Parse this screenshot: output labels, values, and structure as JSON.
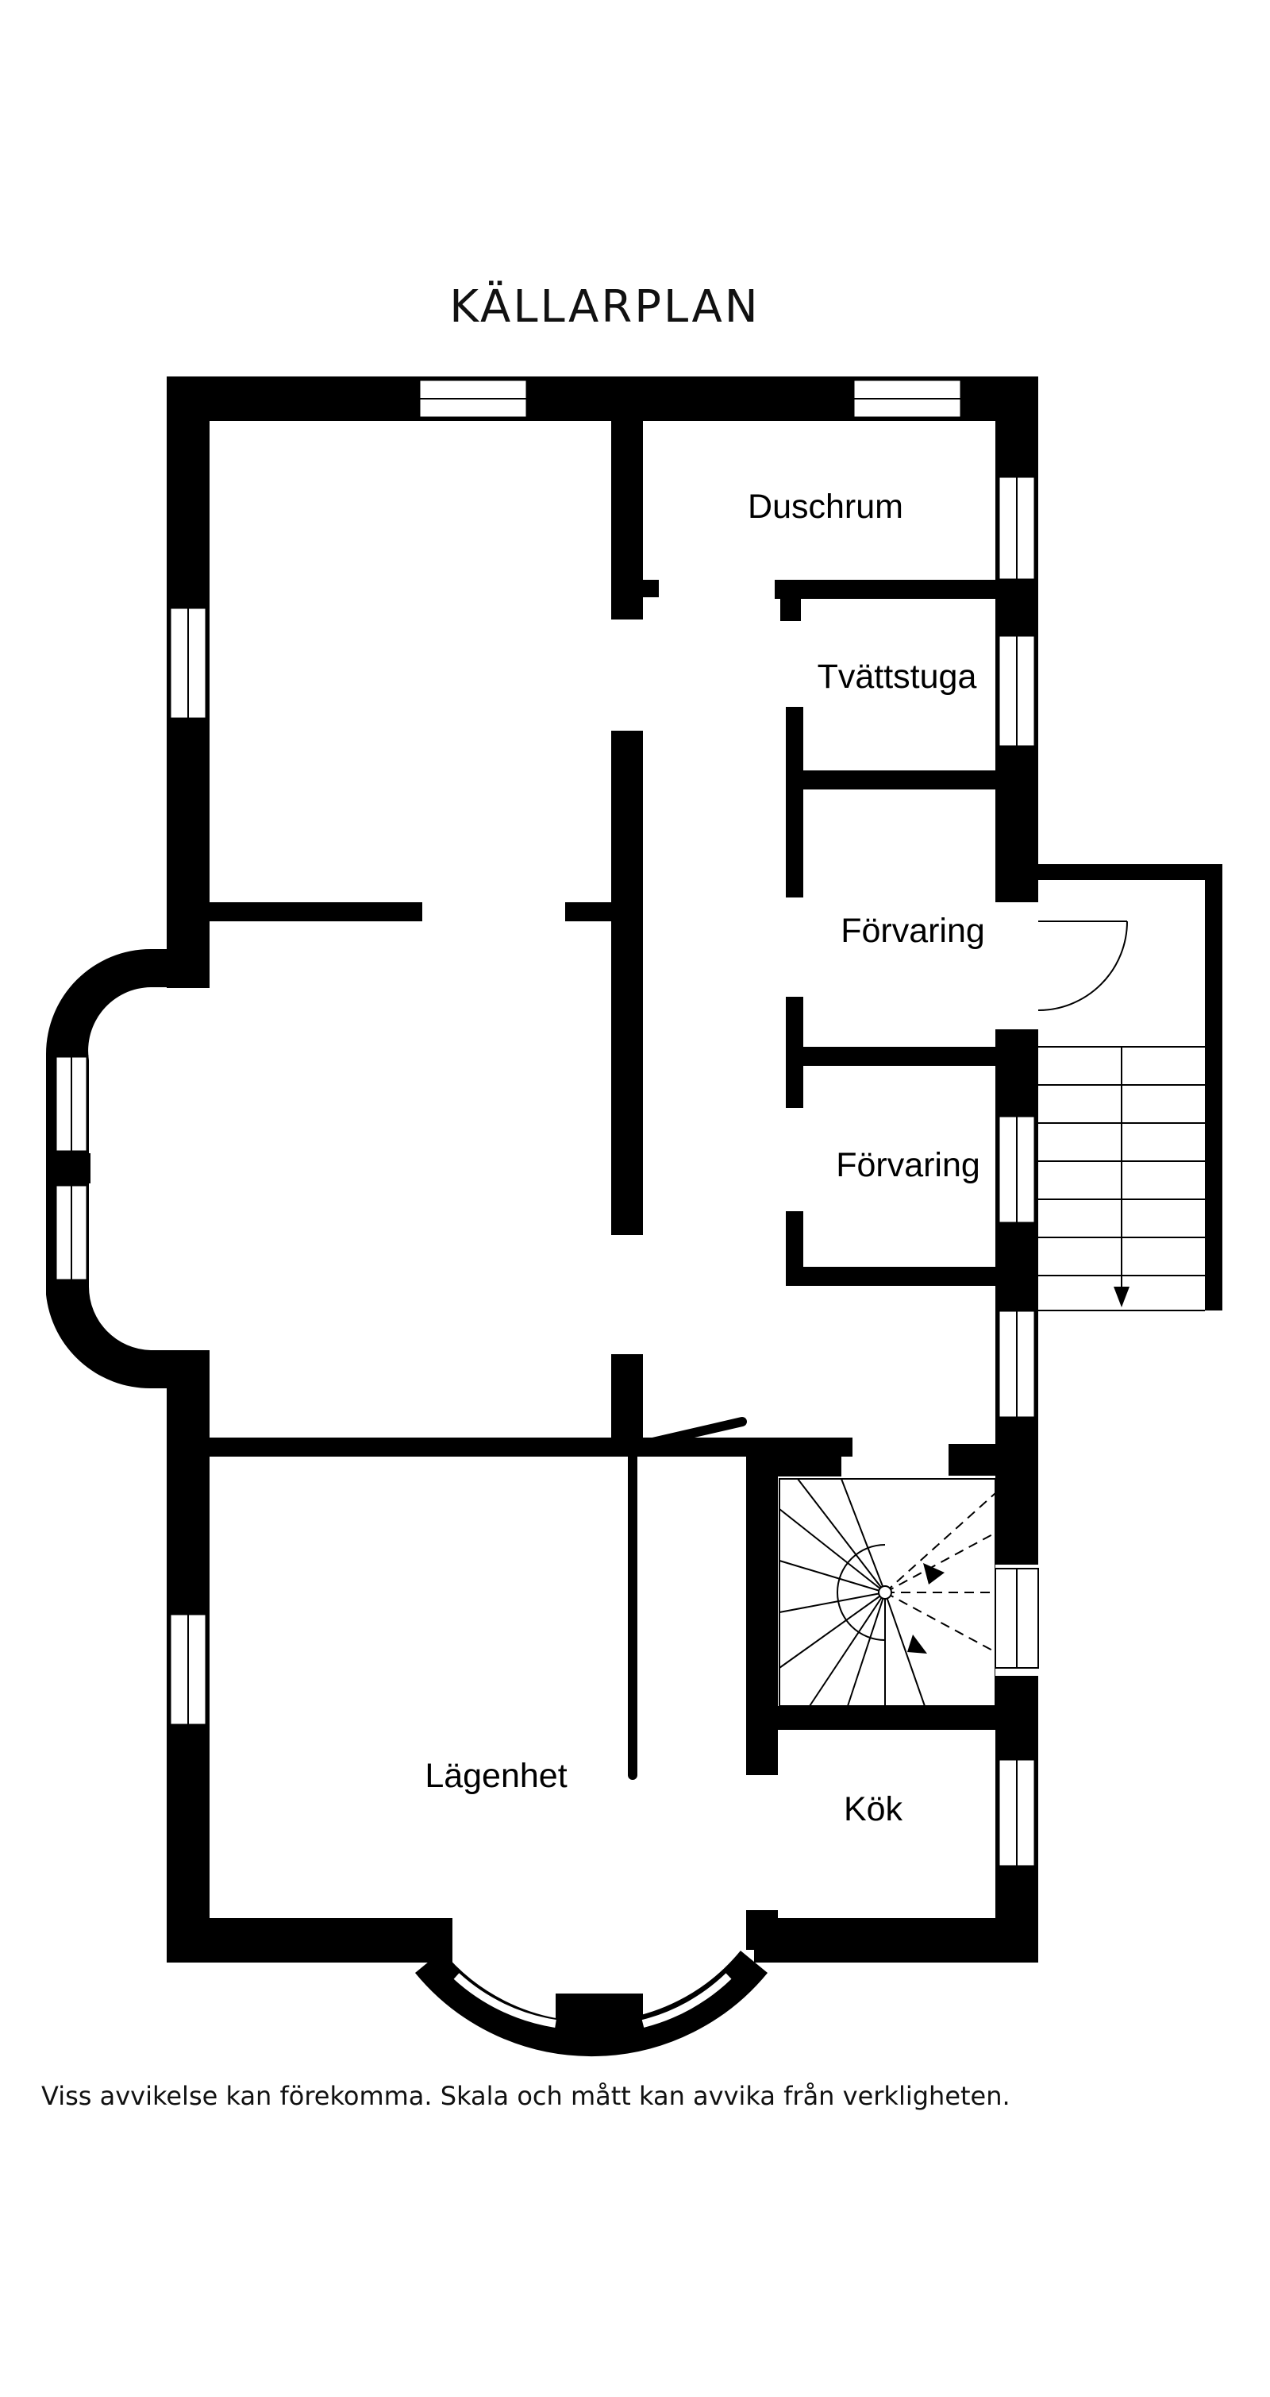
{
  "title": "KÄLLARPLAN",
  "rooms": {
    "duschrum": "Duschrum",
    "tvattstuga": "Tvättstuga",
    "forvaring_1": "Förvaring",
    "forvaring_2": "Förvaring",
    "lagenhet": "Lägenhet",
    "kok": "Kök"
  },
  "disclaimer": "Viss avvikelse kan förekomma. Skala och mått kan avvika från verkligheten.",
  "colors": {
    "wall": "#000000",
    "background": "#ffffff",
    "window": "#ffffff"
  }
}
